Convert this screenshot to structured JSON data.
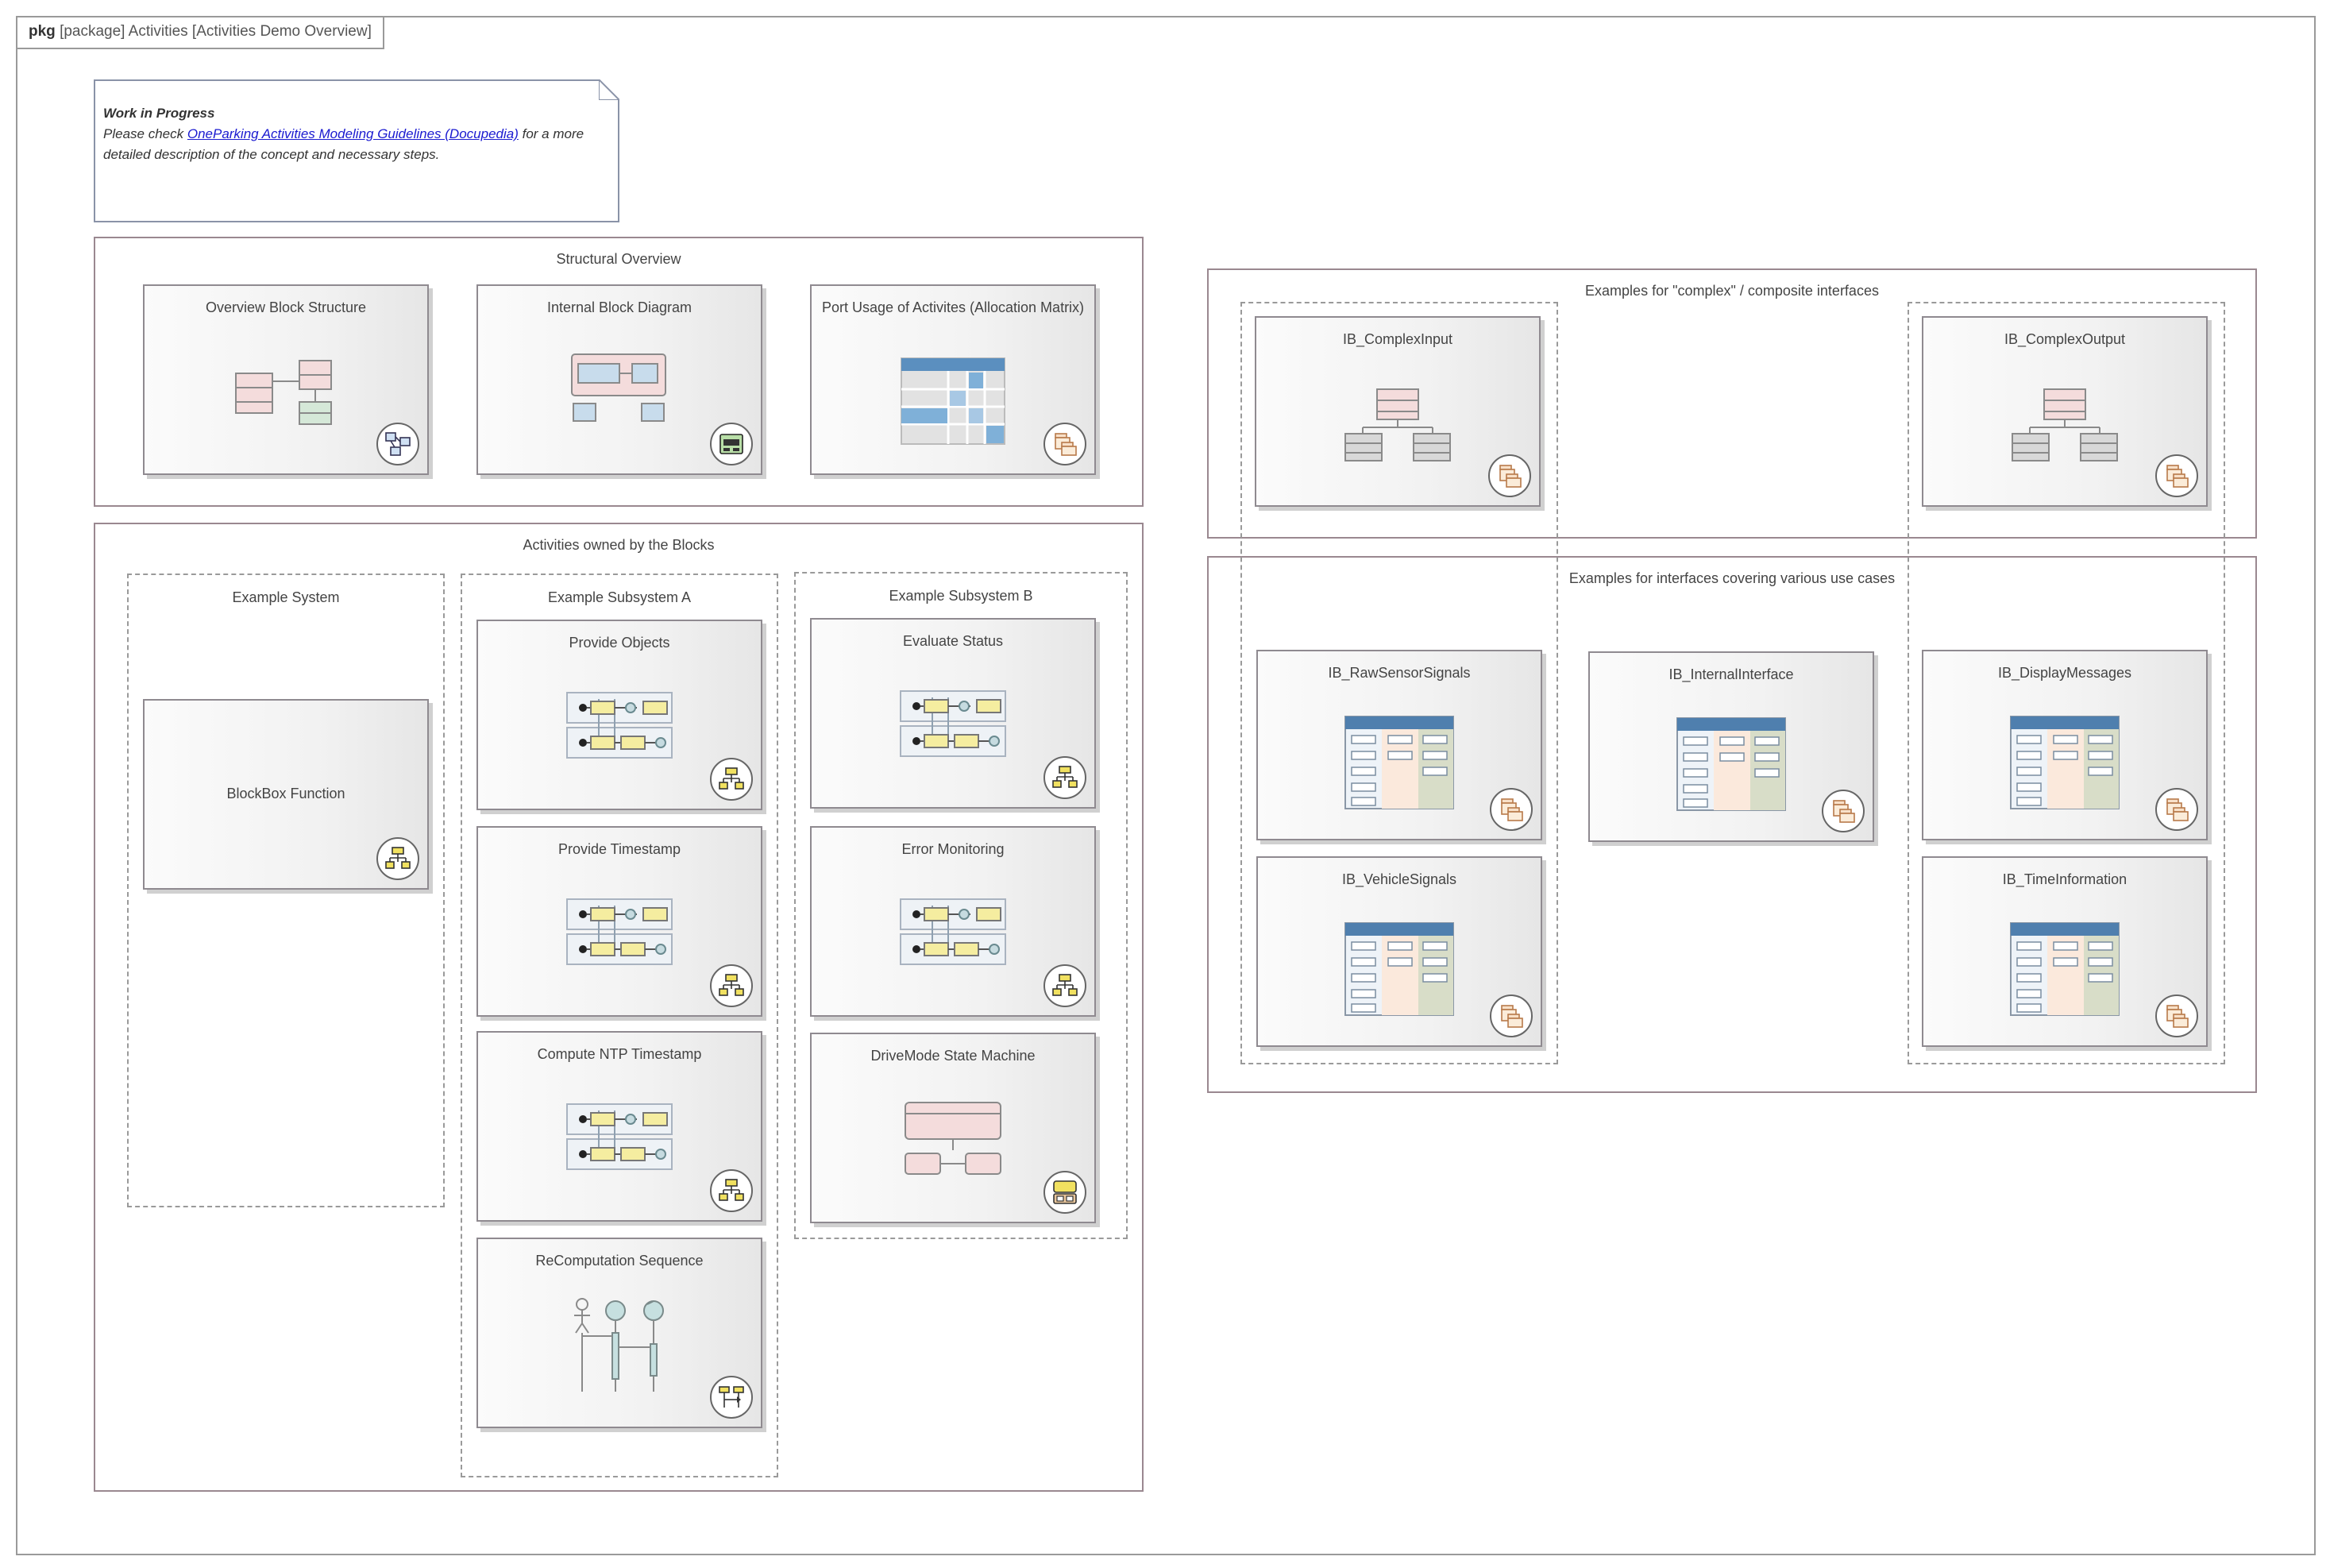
{
  "frame": {
    "kind": "pkg",
    "label": "[package] Activities [Activities Demo Overview]"
  },
  "note": {
    "title": "Work in Progress",
    "line1_prefix": "Please check ",
    "link_text": "OneParking Activities Modeling Guidelines (Docupedia)",
    "line1_suffix": " for a more",
    "line2": "detailed description of the concept and necessary steps."
  },
  "structural": {
    "title": "Structural Overview",
    "cards": [
      {
        "title": "Overview Block Structure",
        "icon": "block-structure-icon",
        "badge": "block-diagram-badge-icon"
      },
      {
        "title": "Internal Block Diagram",
        "icon": "internal-block-icon",
        "badge": "ibd-badge-icon"
      },
      {
        "title": "Port Usage of Activites (Allocation Matrix)",
        "icon": "matrix-icon",
        "badge": "matrix-badge-icon"
      }
    ]
  },
  "activities": {
    "title": "Activities owned by the Blocks",
    "system": {
      "title": "Example System",
      "cards": [
        {
          "title": "BlockBox Function",
          "badge": "activity-badge-icon"
        }
      ]
    },
    "subsystem_a": {
      "title": "Example Subsystem A",
      "cards": [
        {
          "title": "Provide Objects",
          "badge": "activity-badge-icon"
        },
        {
          "title": "Provide Timestamp",
          "badge": "activity-badge-icon"
        },
        {
          "title": "Compute NTP Timestamp",
          "badge": "activity-badge-icon"
        },
        {
          "title": "ReComputation Sequence",
          "badge": "sequence-badge-icon"
        }
      ]
    },
    "subsystem_b": {
      "title": "Example Subsystem B",
      "cards": [
        {
          "title": "Evaluate Status",
          "badge": "activity-badge-icon"
        },
        {
          "title": "Error Monitoring",
          "badge": "activity-badge-icon"
        },
        {
          "title": "DriveMode State Machine",
          "badge": "state-machine-badge-icon"
        }
      ]
    }
  },
  "complex": {
    "title": "Examples for \"complex\" / composite interfaces",
    "cards": [
      {
        "title": "IB_ComplexInput",
        "badge": "package-badge-icon"
      },
      {
        "title": "IB_ComplexOutput",
        "badge": "package-badge-icon"
      }
    ]
  },
  "usecases": {
    "title": "Examples for interfaces covering various use cases",
    "cards": [
      {
        "title": "IB_RawSensorSignals",
        "badge": "package-badge-icon"
      },
      {
        "title": "IB_InternalInterface",
        "badge": "package-badge-icon"
      },
      {
        "title": "IB_DisplayMessages",
        "badge": "package-badge-icon"
      },
      {
        "title": "IB_VehicleSignals",
        "badge": "package-badge-icon"
      },
      {
        "title": "IB_TimeInformation",
        "badge": "package-badge-icon"
      }
    ]
  },
  "colors": {
    "frame_border": "#9a9a9a",
    "link": "#1a1ad0",
    "matrix_header": "#5b8fbf",
    "activity_node": "#f5eda0",
    "block_fill": "#f4dcdc",
    "table_header": "#4f7fae"
  }
}
